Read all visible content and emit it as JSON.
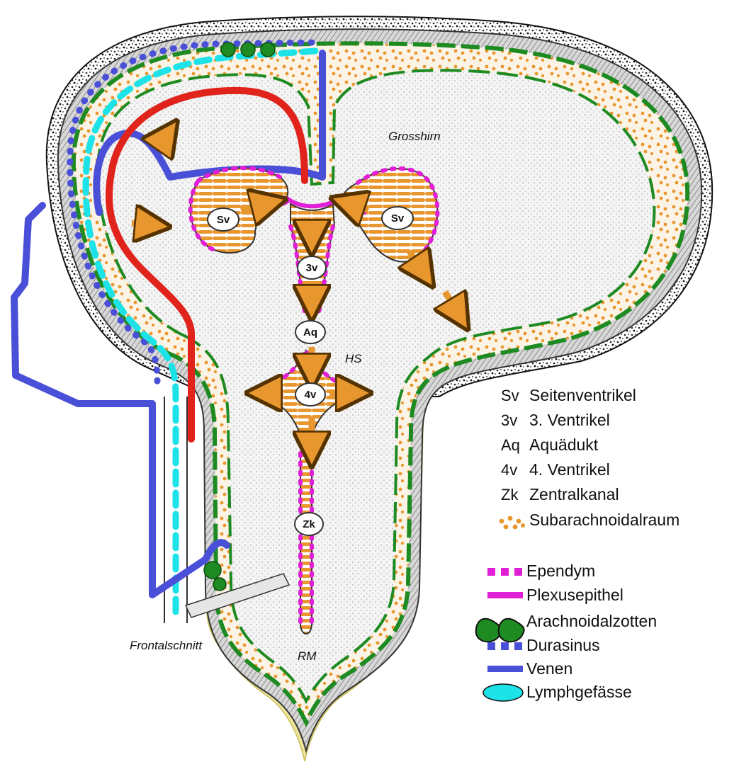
{
  "region_labels": {
    "grosshirn": "Grosshirn",
    "hs": "HS",
    "rm": "RM",
    "frontalschnitt": "Frontalschnitt"
  },
  "ventricle_markers": {
    "sv_left": "Sv",
    "sv_right": "Sv",
    "v3": "3v",
    "aq": "Aq",
    "v4": "4v",
    "zk": "Zk"
  },
  "abbreviation_legend": [
    {
      "abbr": "Sv",
      "text": "Seitenventrikel"
    },
    {
      "abbr": "3v",
      "text": "3. Ventrikel"
    },
    {
      "abbr": "Aq",
      "text": "Aquädukt"
    },
    {
      "abbr": "4v",
      "text": "4. Ventrikel"
    },
    {
      "abbr": "Zk",
      "text": "Zentralkanal"
    },
    {
      "abbr": "",
      "text": "Subarachnoidalraum",
      "symbol": "orange-dots"
    }
  ],
  "structure_legend": [
    {
      "symbol": "magenta-dashes",
      "text": "Ependym"
    },
    {
      "symbol": "magenta-bar",
      "text": "Plexusepithel"
    },
    {
      "symbol": "green-villi",
      "text": "Arachnoidalzotten"
    },
    {
      "symbol": "blue-dashes",
      "text": "Durasinus"
    },
    {
      "symbol": "blue-bar",
      "text": "Venen"
    },
    {
      "symbol": "cyan-ellipse",
      "text": "Lymphgefässe"
    }
  ],
  "colors": {
    "csf_orange": "#e8962e",
    "ependym_magenta": "#e01fd6",
    "arachnoid_green": "#1e8a22",
    "vein_blue": "#4a4fd8",
    "artery_red": "#e0241c",
    "lymph_cyan": "#1de2e8",
    "dura_gray": "#8c8c8c",
    "fat_yellow": "#efe59a"
  }
}
